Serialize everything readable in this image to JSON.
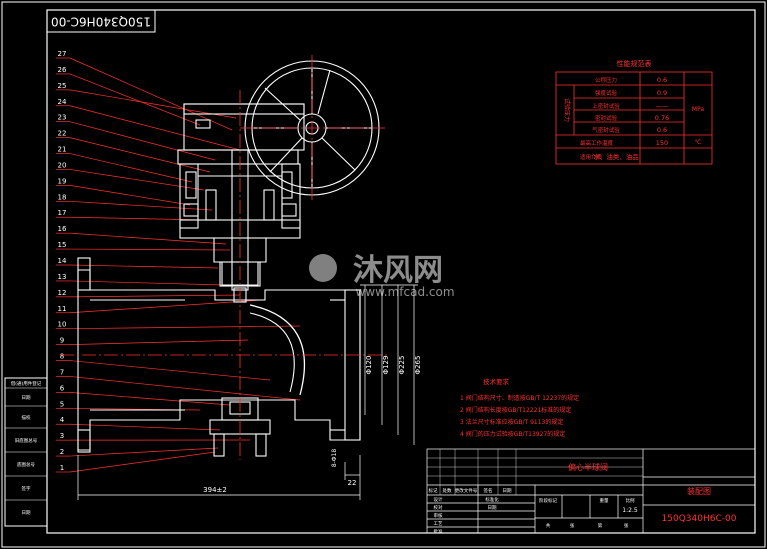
{
  "drawing_code_rotated": "150Q340H6C-00",
  "part_numbers": [
    "27",
    "26",
    "25",
    "24",
    "23",
    "22",
    "21",
    "20",
    "19",
    "18",
    "17",
    "16",
    "15",
    "14",
    "13",
    "12",
    "11",
    "10",
    "9",
    "8",
    "7",
    "6",
    "5",
    "4",
    "3",
    "2",
    "1"
  ],
  "spec_table": {
    "title": "性能规范表",
    "rows": [
      {
        "label": "公称压力",
        "value": "0.6"
      },
      {
        "label": "强度试验",
        "value": "0.9"
      },
      {
        "label": "上密封试验",
        "value": "——"
      },
      {
        "label": "密封试验",
        "value": "0.76"
      },
      {
        "label": "气密封试验",
        "value": "0.6"
      },
      {
        "label": "最高工作温度",
        "value": "150"
      },
      {
        "label": "适用介质",
        "value": "水、油类、油品"
      }
    ],
    "side_label": "试验压力",
    "unit_pressure": "MPa",
    "unit_temp": "℃"
  },
  "tech_requirements": {
    "title": "技术要求",
    "items": [
      "1  阀门结构尺寸、制造按GB/T 12237的规定",
      "2  阀门结构长度按GB/T12221标准的规定",
      "3  法兰尺寸标准应按GB/T 9113的规定",
      "4  阀门的压力试验按GB/T13927的规定"
    ]
  },
  "dimensions": {
    "d1": "Φ120",
    "d2": "Φ129",
    "d3": "Φ225",
    "d4": "Φ265",
    "length": "394±2",
    "flange": "22",
    "holes": "8-Φ18"
  },
  "title_block": {
    "name": "偏心半球阀",
    "drawing_type": "装配图",
    "code": "150Q340H6C-00",
    "scale": "1:2.5",
    "labels_row": [
      "标记",
      "处数",
      "更改文件号",
      "签名",
      "日期"
    ],
    "labels_left": [
      "设计",
      "校对",
      "审核",
      "工艺",
      "批准"
    ],
    "labels_mid": [
      "标准化",
      "日期"
    ],
    "stage": [
      "阶段标记",
      "重量",
      "比例"
    ],
    "sheet": [
      "共",
      "张",
      "第",
      "张"
    ]
  },
  "left_strip": [
    "借(通)用件登记",
    "旧底图总号",
    "底图总号",
    "签字",
    "日期",
    "描图",
    "描校"
  ],
  "watermark": {
    "brand": "沐风网",
    "url": "www.mfcad.com"
  },
  "colors": {
    "frame": "#ffffff",
    "leader": "#ff3030",
    "outline": "#ffffff",
    "table": "#ff3030",
    "center": "#ff3030"
  }
}
